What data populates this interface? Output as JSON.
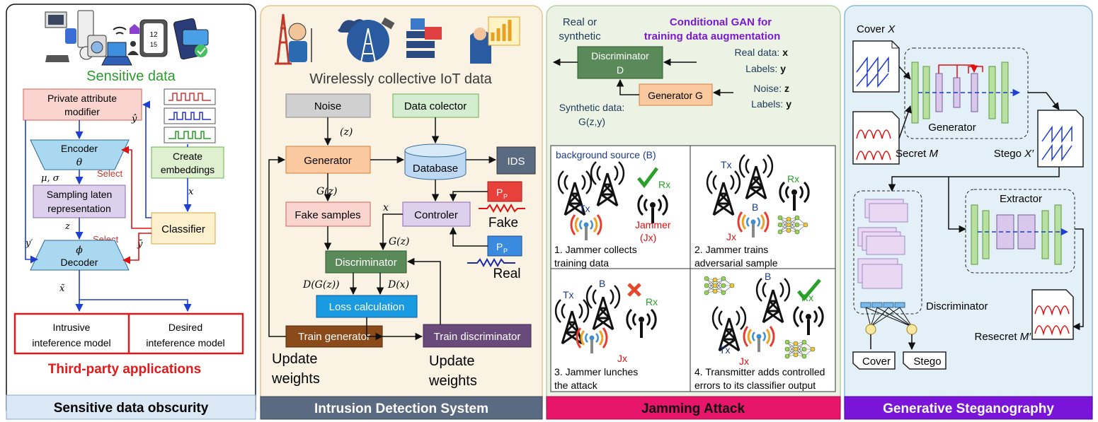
{
  "p1": {
    "sensitive": "Sensitive data",
    "pam1": "Private attribute",
    "pam2": "modifier",
    "enc": "Encoder",
    "theta": "θ",
    "mu_sigma": "μ, σ",
    "samp1": "Sampling laten",
    "samp2": "representation",
    "z": "z",
    "phi": "ϕ",
    "dec": "Decoder",
    "yprime": "y′",
    "yhat": "ŷ",
    "ybar": "ȳ",
    "x": "x",
    "xtilde": "x̃",
    "select1": "Select",
    "select2": "Select",
    "emb1": "Create",
    "emb2": "embeddings",
    "classifier": "Classifier",
    "intr1": "Intrusive",
    "intr2": "inteference model",
    "des1": "Desired",
    "des2": "inteference model",
    "third": "Third-party applications",
    "footer": "Sensitive data obscurity"
  },
  "p2": {
    "title": "Wirelessly collective IoT data",
    "noise": "Noise",
    "z": "(z)",
    "datacol": "Data colector",
    "generator": "Generator",
    "database": "Database",
    "ids": "IDS",
    "gz": "G(z)",
    "fake_samples": "Fake samples",
    "x": "x",
    "controler": "Controler",
    "pp": "P",
    "pp_sub": "P",
    "fake": "Fake",
    "real": "Real",
    "gz2": "G(z)",
    "disc": "Discriminator",
    "dgz": "D(G(z))",
    "dx": "D(x)",
    "loss": "Loss calculation",
    "train_gen": "Train generator",
    "train_disc": "Train discriminator",
    "uw_left1": "Update",
    "uw_left2": "weights",
    "uw_right1": "Update",
    "uw_right2": "weights",
    "footer": "Intrusion Detection System"
  },
  "p3": {
    "real_or1": "Real or",
    "real_or2": "synthetic",
    "cgan1": "Conditional GAN for",
    "cgan2": "training data augmentation",
    "disc1": "Discriminator",
    "disc2": "D",
    "real_data": "Real data: ",
    "real_data_v": "x",
    "labels1": "Labels: ",
    "labels1_v": "y",
    "gen": "Generator G",
    "noise": "Noise: ",
    "noise_v": "z",
    "labels2": "Labels: ",
    "labels2_v": "y",
    "synth1": "Synthetic data:",
    "synth2": "G(z,y)",
    "bg": "background source (B)",
    "tx": "Tx",
    "rx": "Rx",
    "jammer": "Jammer",
    "jx_paren": "(Jx)",
    "jx": "Jx",
    "b": "B",
    "c1a": "1. Jammer collects",
    "c1b": "training data",
    "c2a": "2. Jammer trains",
    "c2b": "adversarial sample",
    "c3a": "3. Jammer lunches",
    "c3b": "the attack",
    "c4a": "4. Transmitter adds controlled",
    "c4b": "errors to its classifier output",
    "footer": "Jamming Attack"
  },
  "p4": {
    "cover": "Cover ",
    "cover_v": "X",
    "secret": "Secret ",
    "secret_v": "M",
    "generator": "Generator",
    "stego": "Stego ",
    "stego_v": "X′",
    "extractor": "Extractor",
    "discriminator": "Discriminator",
    "resecret": "Resecret ",
    "resecret_v": "M′",
    "out_cover": "Cover",
    "out_stego": "Stego",
    "footer": "Generative Steganography"
  }
}
